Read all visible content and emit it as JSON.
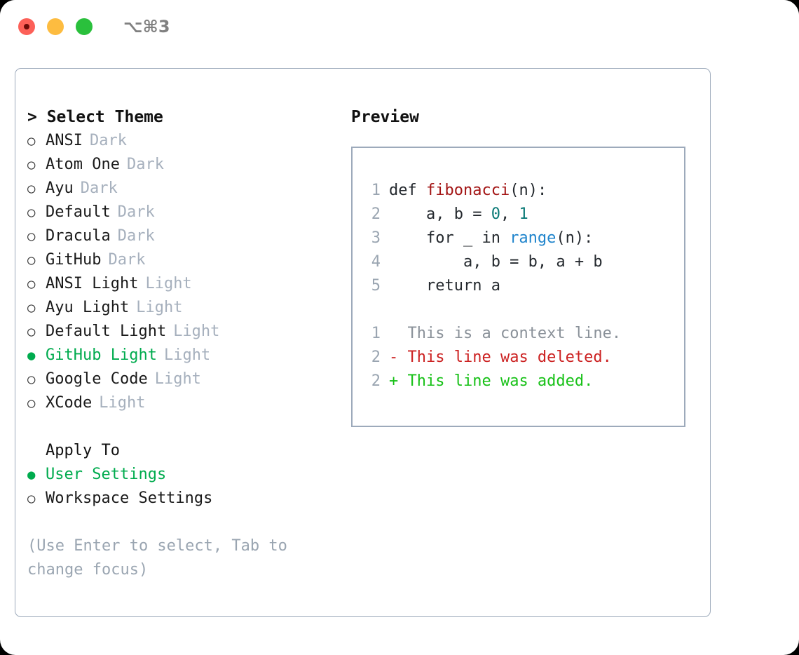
{
  "window": {
    "traffic_lights": [
      "close",
      "minimize",
      "zoom"
    ],
    "shortcut": "⌥⌘3",
    "colors": {
      "close": "#fc6058",
      "minimize": "#fdbc40",
      "zoom": "#2ac03c",
      "accent_green": "#00ab4e",
      "muted": "#9aa5b1",
      "border": "#9daabb"
    }
  },
  "theme_list": {
    "header": "> Select Theme",
    "items": [
      {
        "marker": "○",
        "label": "ANSI",
        "tag": "Dark",
        "selected": false
      },
      {
        "marker": "○",
        "label": "Atom One",
        "tag": "Dark",
        "selected": false
      },
      {
        "marker": "○",
        "label": "Ayu",
        "tag": "Dark",
        "selected": false
      },
      {
        "marker": "○",
        "label": "Default",
        "tag": "Dark",
        "selected": false
      },
      {
        "marker": "○",
        "label": "Dracula",
        "tag": "Dark",
        "selected": false
      },
      {
        "marker": "○",
        "label": "GitHub",
        "tag": "Dark",
        "selected": false
      },
      {
        "marker": "○",
        "label": "ANSI Light",
        "tag": "Light",
        "selected": false
      },
      {
        "marker": "○",
        "label": "Ayu Light",
        "tag": "Light",
        "selected": false
      },
      {
        "marker": "○",
        "label": "Default Light",
        "tag": "Light",
        "selected": false
      },
      {
        "marker": "●",
        "label": "GitHub Light",
        "tag": "Light",
        "selected": true
      },
      {
        "marker": "○",
        "label": "Google Code",
        "tag": "Light",
        "selected": false
      },
      {
        "marker": "○",
        "label": "XCode",
        "tag": "Light",
        "selected": false
      }
    ]
  },
  "apply_to": {
    "title": "Apply To",
    "items": [
      {
        "marker": "●",
        "label": "User Settings",
        "selected": true
      },
      {
        "marker": "○",
        "label": "Workspace Settings",
        "selected": false
      }
    ]
  },
  "hint": "(Use Enter to select, Tab to change focus)",
  "preview": {
    "title": "Preview",
    "code": [
      {
        "num": "1",
        "pre": "def ",
        "fn": "fibonacci",
        "post": "(n):"
      },
      {
        "num": "2",
        "pre": "    a, b = ",
        "num_a": "0",
        "mid": ", ",
        "num_b": "1"
      },
      {
        "num": "3",
        "pre": "    for _ in ",
        "call": "range",
        "post": "(n):"
      },
      {
        "num": "4",
        "pre": "        a, b = b, a + b"
      },
      {
        "num": "5",
        "pre": "    return a"
      }
    ],
    "diff": [
      {
        "num": "1",
        "marker": " ",
        "text": "This is a context line.",
        "kind": "ctx"
      },
      {
        "num": "2",
        "marker": "-",
        "text": "This line was deleted.",
        "kind": "del"
      },
      {
        "num": "2",
        "marker": "+",
        "text": "This line was added.",
        "kind": "add"
      }
    ]
  }
}
